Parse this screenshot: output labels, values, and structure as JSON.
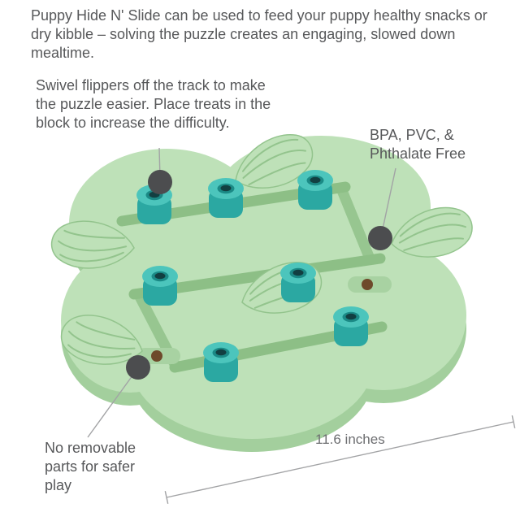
{
  "intro": {
    "text": "Puppy Hide N' Slide can be used to feed your puppy healthy snacks or dry kibble – solving the puzzle creates an engaging, slowed down mealtime."
  },
  "callouts": {
    "flippers": {
      "text": "Swivel flippers off the track to make the puzzle easier. Place treats in the block to increase the difficulty."
    },
    "materials": {
      "text": "BPA, PVC, & Phthalate Free"
    },
    "safety": {
      "text": "No removable parts for safer play"
    },
    "dimension": {
      "text": "11.6 inches"
    }
  },
  "colors": {
    "text": "#57585a",
    "callout_line": "#a2a3a5",
    "callout_dot": "#4c4d4f",
    "board_top": "#bee1b8",
    "board_side": "#a3cf9d",
    "track_groove": "#8dbf86",
    "peg_top": "#4cc5bc",
    "peg_body": "#2ba8a2",
    "peg_hole": "#123f41",
    "treat": "#6e4a2b"
  }
}
